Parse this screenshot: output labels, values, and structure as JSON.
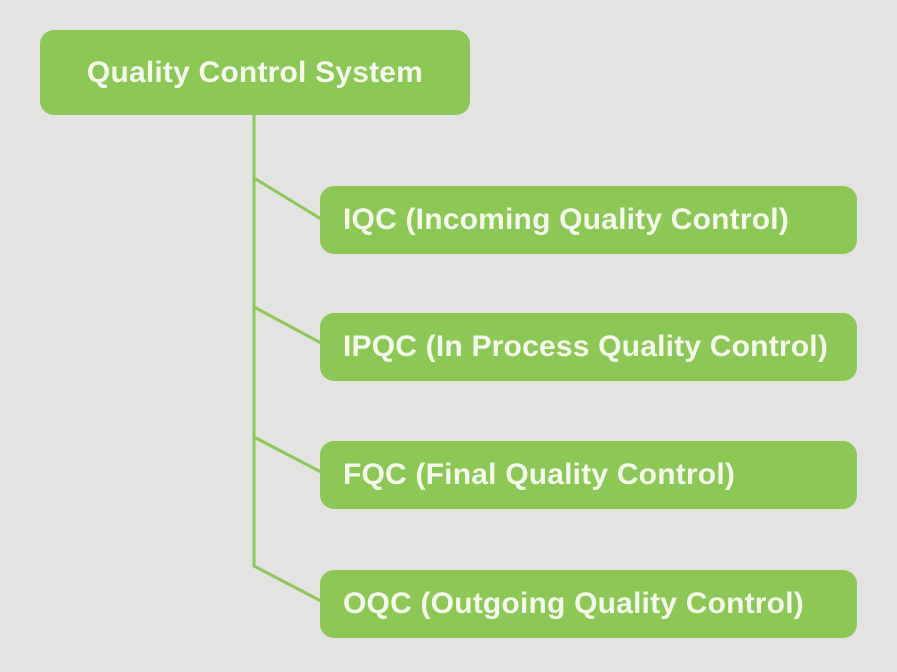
{
  "colors": {
    "background": "#e3e3e2",
    "node_fill": "#8cc855",
    "connector": "#8cc855",
    "node_text": "#f3f9ec"
  },
  "diagram": {
    "type": "tree",
    "root": {
      "label": "Quality Control System"
    },
    "children": [
      {
        "id": "iqc",
        "label": "IQC (Incoming Quality Control)"
      },
      {
        "id": "ipqc",
        "label": "IPQC (In Process Quality Control)"
      },
      {
        "id": "fqc",
        "label": "FQC (Final Quality Control)"
      },
      {
        "id": "oqc",
        "label": "OQC (Outgoing Quality Control)"
      }
    ]
  }
}
